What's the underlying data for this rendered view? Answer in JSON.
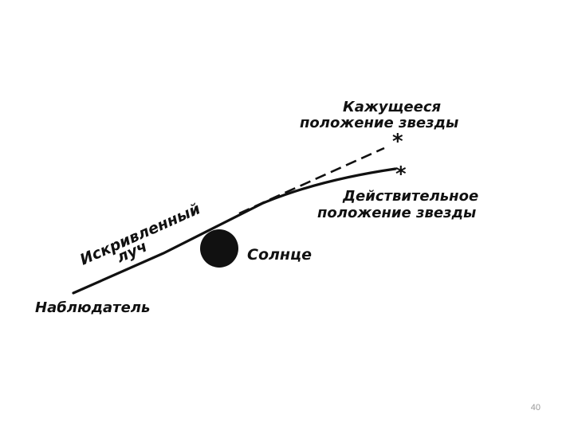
{
  "labels": {
    "apparent_position_line1": "Кажущееся",
    "apparent_position_line2": "положение звезды",
    "actual_position_line1": "Действительное",
    "actual_position_line2": "положение звезды",
    "curved_ray_line1": "Искривленный",
    "curved_ray_line2": "луч",
    "sun": "Солнце",
    "observer": "Наблюдатель"
  },
  "symbols": {
    "apparent_star": "*",
    "actual_star": "*"
  },
  "colors": {
    "ink": "#111111",
    "page_number": "#9a9a9a"
  },
  "page_number": "40"
}
